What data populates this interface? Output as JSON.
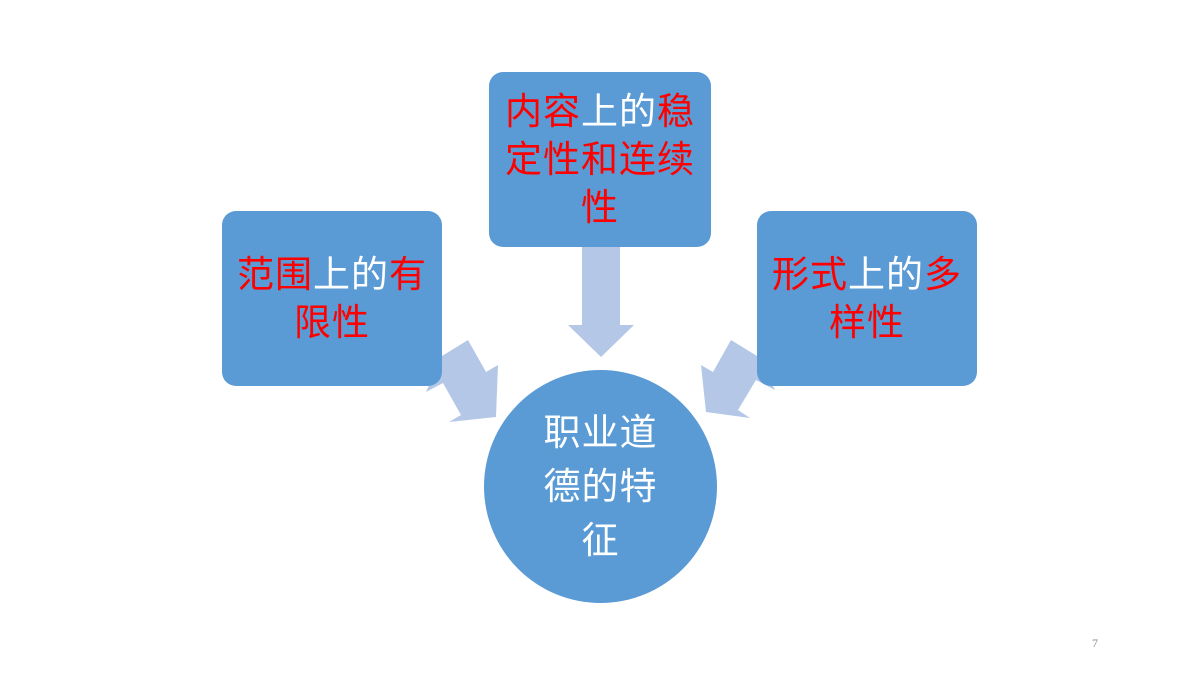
{
  "diagram": {
    "center": {
      "text": "职业道德的特征"
    },
    "top_box": {
      "segments": [
        {
          "text": "内容",
          "color": "#ff0000"
        },
        {
          "text": "上的",
          "color": "#ffffff"
        },
        {
          "text": "稳定性和连续性",
          "color": "#ff0000"
        }
      ]
    },
    "left_box": {
      "segments": [
        {
          "text": "范围",
          "color": "#ff0000"
        },
        {
          "text": "上的",
          "color": "#ffffff"
        },
        {
          "text": "有限性",
          "color": "#ff0000"
        }
      ]
    },
    "right_box": {
      "segments": [
        {
          "text": "形式",
          "color": "#ff0000"
        },
        {
          "text": "上的",
          "color": "#ffffff"
        },
        {
          "text": "多样性",
          "color": "#ff0000"
        }
      ]
    }
  },
  "colors": {
    "node_fill": "#5b9bd5",
    "arrow_fill": "#b4c7e7",
    "highlight_text": "#ff0000",
    "plain_text": "#ffffff"
  },
  "footer": {
    "page_number": "7"
  }
}
